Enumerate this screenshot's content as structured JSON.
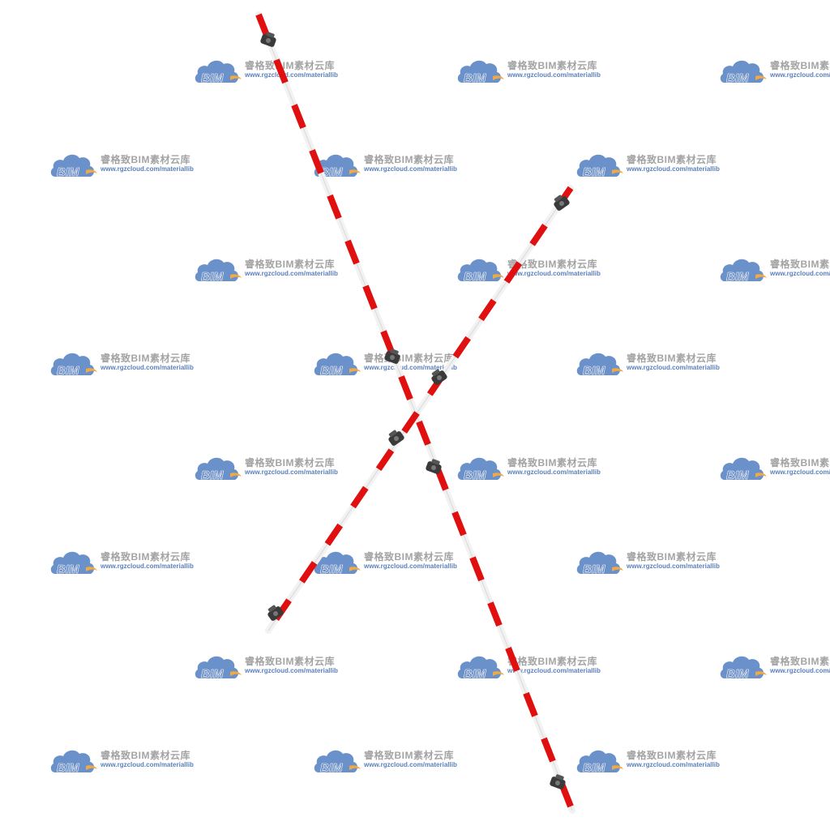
{
  "watermark": {
    "logo_text": "BIM",
    "name": "睿格致BIM素材云库",
    "url": "www.rgzcloud.com/materiallib",
    "cloud_color": "#5b86c6",
    "swoosh_color": "#f0a030",
    "text_color": "#9a9a9a",
    "url_color": "#4a73b5"
  },
  "object": {
    "name": "crossed-red-white-poles",
    "stripe_red": "#e01010",
    "stripe_white": "#f2f2f2",
    "clamp_color": "#3a3a3a"
  }
}
